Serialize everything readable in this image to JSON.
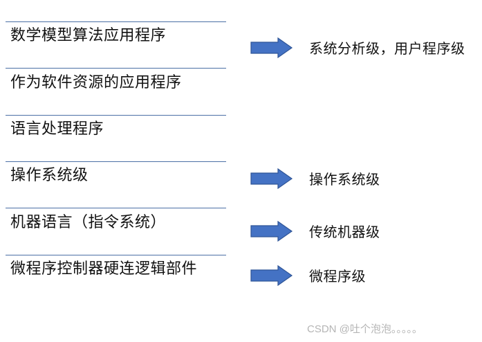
{
  "levels": [
    {
      "label": "数学模型算法应用程序",
      "target": "系统分析级，用户程序级"
    },
    {
      "label": "作为软件资源的应用程序",
      "target": ""
    },
    {
      "label": "语言处理程序",
      "target": ""
    },
    {
      "label": "操作系统级",
      "target": "操作系统级"
    },
    {
      "label": "机器语言（指令系统）",
      "target": "传统机器级"
    },
    {
      "label": "微程序控制器硬连逻辑部件",
      "target": "微程序级"
    }
  ],
  "watermark": "CSDN @吐个泡泡。。。。。",
  "colors": {
    "arrow_fill": "#4472c4",
    "arrow_stroke": "#2f5597",
    "line": "#4a6fa5"
  }
}
